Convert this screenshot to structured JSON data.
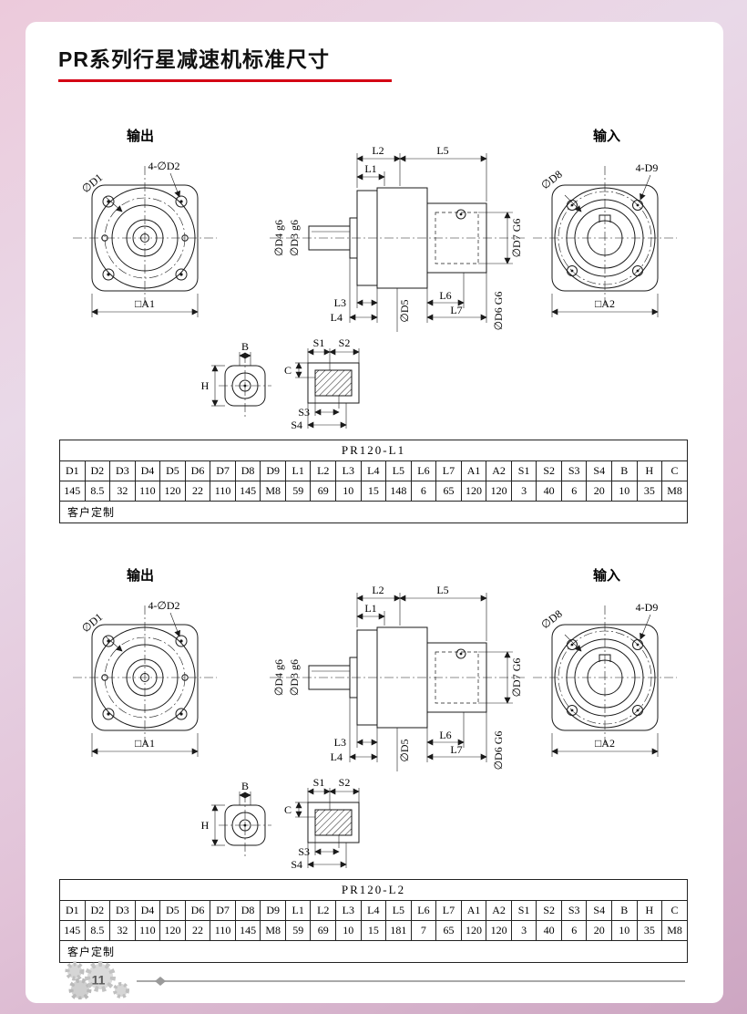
{
  "page": {
    "title": "PR系列行星减速机标准尺寸",
    "page_number": "11"
  },
  "colors": {
    "accent_red": "#d40014",
    "frame_pink": "#e2c3d8"
  },
  "labels": {
    "output": "输出",
    "input": "输入"
  },
  "drawing": {
    "d1": "∅D1",
    "d2": "4-∅D2",
    "a1": "□A1",
    "l1": "L1",
    "l2": "L2",
    "l5": "L5",
    "d4": "∅D4 g6",
    "d3": "∅D3 g6",
    "d7": "∅D7 G6",
    "l3": "L3",
    "l4": "L4",
    "d5": "∅D5",
    "l6": "L6",
    "l7": "L7",
    "d6": "∅D6 G6",
    "d8": "∅D8",
    "d9": "4-D9",
    "a2": "□A2",
    "b": "B",
    "h": "H",
    "c": "C",
    "s1": "S1",
    "s2": "S2",
    "s3": "S3",
    "s4": "S4"
  },
  "table1": {
    "title": "PR120-L1",
    "headers": [
      "D1",
      "D2",
      "D3",
      "D4",
      "D5",
      "D6",
      "D7",
      "D8",
      "D9",
      "L1",
      "L2",
      "L3",
      "L4",
      "L5",
      "L6",
      "L7",
      "A1",
      "A2",
      "S1",
      "S2",
      "S3",
      "S4",
      "B",
      "H",
      "C"
    ],
    "values": [
      "145",
      "8.5",
      "32",
      "110",
      "120",
      "22",
      "110",
      "145",
      "M8",
      "59",
      "69",
      "10",
      "15",
      "148",
      "6",
      "65",
      "120",
      "120",
      "3",
      "40",
      "6",
      "20",
      "10",
      "35",
      "M8"
    ],
    "note": "客户定制"
  },
  "table2": {
    "title": "PR120-L2",
    "headers": [
      "D1",
      "D2",
      "D3",
      "D4",
      "D5",
      "D6",
      "D7",
      "D8",
      "D9",
      "L1",
      "L2",
      "L3",
      "L4",
      "L5",
      "L6",
      "L7",
      "A1",
      "A2",
      "S1",
      "S2",
      "S3",
      "S4",
      "B",
      "H",
      "C"
    ],
    "values": [
      "145",
      "8.5",
      "32",
      "110",
      "120",
      "22",
      "110",
      "145",
      "M8",
      "59",
      "69",
      "10",
      "15",
      "181",
      "7",
      "65",
      "120",
      "120",
      "3",
      "40",
      "6",
      "20",
      "10",
      "35",
      "M8"
    ],
    "note": "客户定制"
  }
}
